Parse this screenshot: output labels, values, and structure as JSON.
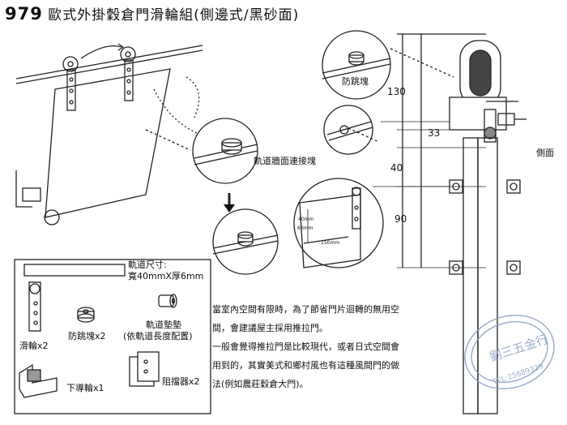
{
  "title": {
    "model": "979",
    "text": "歐式外掛穀倉門滑輪組(側邊式/黑砂面)"
  },
  "labels": {
    "anti_jump": "防跳塊",
    "track_wall_connector": "軌道牆面連接塊",
    "side_view": "側面",
    "track_size_title": "軌道尺寸:",
    "track_size_value": "寬40mmX厚6mm",
    "pulley": "滑輪x2",
    "anti_jump_part": "防跳塊x2",
    "track_spacer": "軌道墊墊",
    "track_spacer_note": "(依軌道長度配置)",
    "lower_guide": "下導輪x1",
    "stopper": "阻擋器x2",
    "detail_40mm": "40mm",
    "detail_60mm": "60mm",
    "detail_150mm": "150mm"
  },
  "dimensions": [
    "130",
    "33",
    "40",
    "90"
  ],
  "description": [
    "當室內空間有限時，為了節省門片迴轉的無用空",
    "間，會建議屋主採用推拉門。",
    "一般會覺得推拉門是比較現代，或者日式空間會",
    "用到的，其實美式和鄉村風也有這種風間門的做",
    "法(例如農莊穀倉大門)。"
  ],
  "stamp": {
    "name": "劉三五金行",
    "phone": "TEL:25689329"
  }
}
